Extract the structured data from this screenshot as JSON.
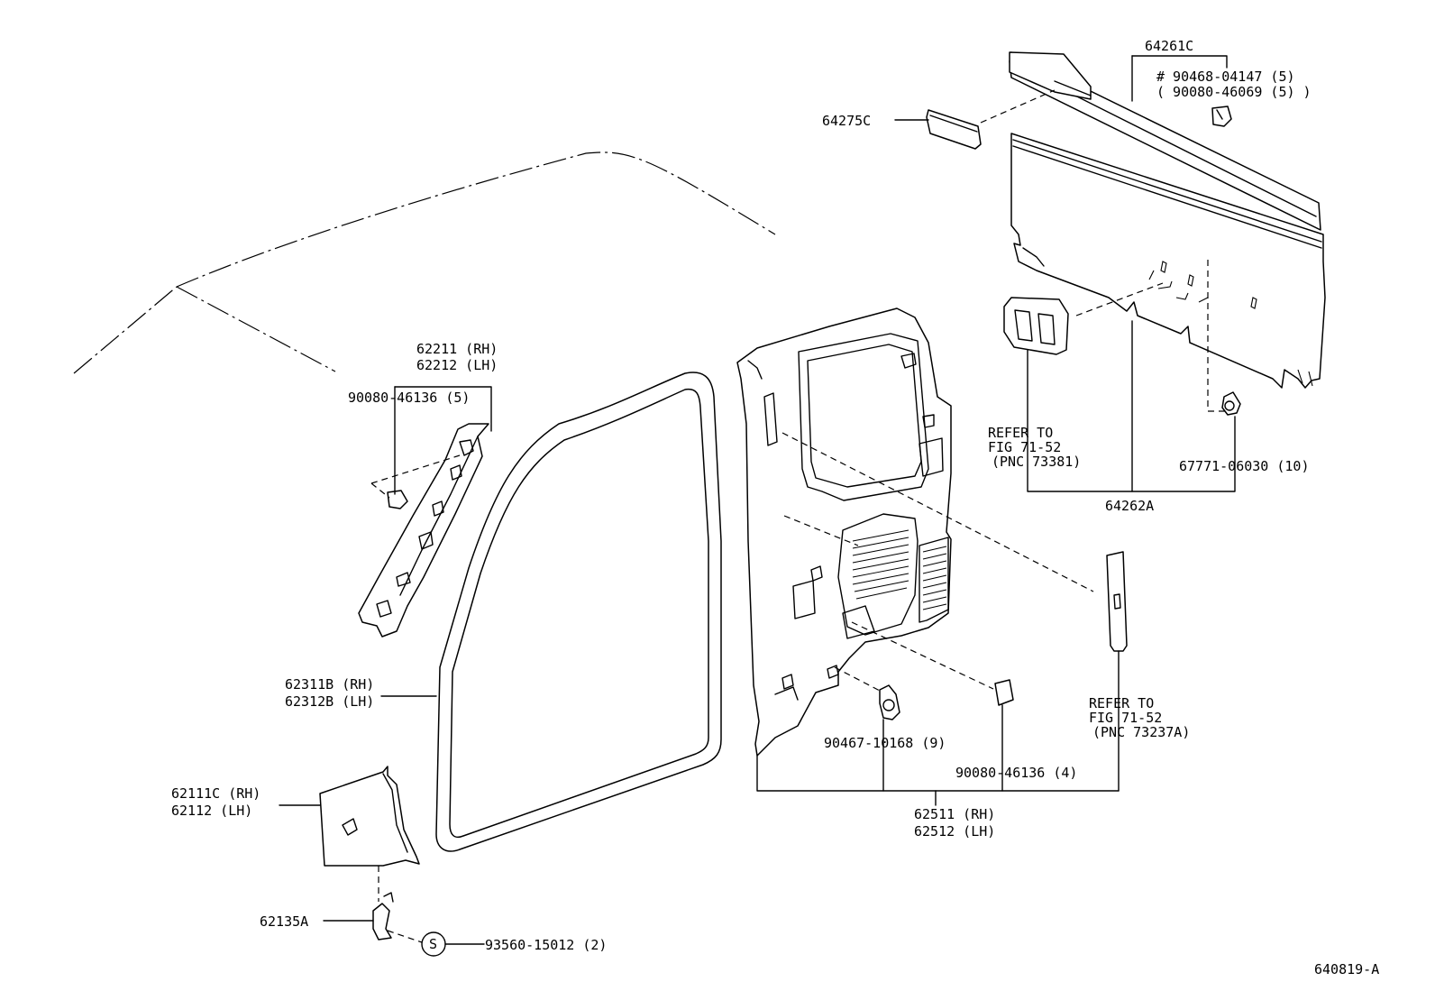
{
  "diagram": {
    "figure_id": "640819-A",
    "labels": {
      "l64261c": "64261C",
      "l90468": "# 90468-04147 (5)",
      "l90080a": "( 90080-46069 (5) )",
      "l64275c": "64275C",
      "l62211": "62211 (RH)",
      "l62212": "62212 (LH)",
      "l90080b": "90080-46136 (5)",
      "refer1a": "REFER TO",
      "refer1b": "FIG 71-52",
      "refer1c": "(PNC 73381)",
      "l67771": "67771-06030 (10)",
      "l64262a": "64262A",
      "l62311b": "62311B (RH)",
      "l62312b": "62312B (LH)",
      "refer2a": "REFER TO",
      "refer2b": "FIG 71-52",
      "refer2c": "(PNC 73237A)",
      "l90467": "90467-10168 (9)",
      "l90080c": "90080-46136 (4)",
      "l62511": "62511 (RH)",
      "l62512": "62512 (LH)",
      "l62111c": "62111C (RH)",
      "l62112": "62112   (LH)",
      "l62135a": "62135A",
      "s_symbol": "S",
      "l93560": "93560-15012 (2)"
    }
  }
}
